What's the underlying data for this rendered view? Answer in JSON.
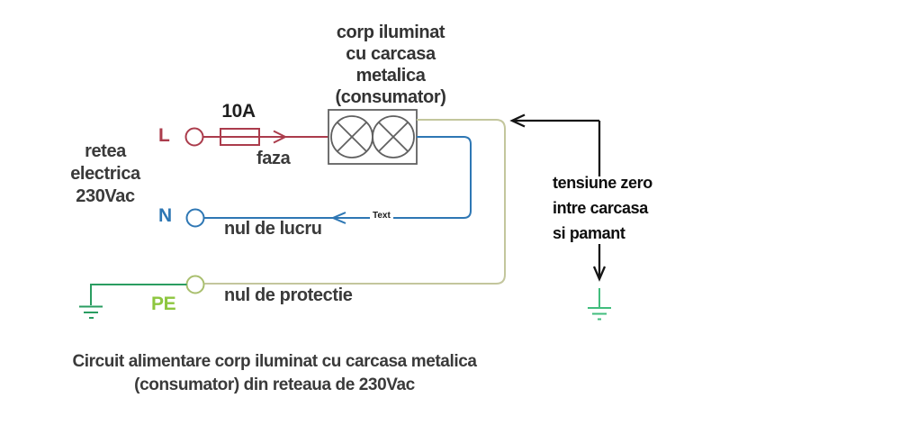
{
  "colors": {
    "phase": "#ab3c4c",
    "neutral": "#2e77b4",
    "pe_left": "#2a9d61",
    "pe_right": "#c3c69d",
    "pe_terminal": "#a9bf6e",
    "pe_label": "#8dc63f",
    "lamp": "#616161",
    "annotation": "#141414",
    "ground_right": "#42bd7d",
    "text_dark": "#3a3a3a"
  },
  "labels": {
    "consumer_title": "corp iluminat\ncu carcasa\nmetalica\n(consumator)",
    "supply": "retea\nelectrica\n230Vac",
    "fuse_rating": "10A",
    "terminal_l": "L",
    "terminal_n": "N",
    "terminal_pe": "PE",
    "wire_phase": "faza",
    "wire_neutral": "nul de lucru",
    "wire_pe": "nul de protectie",
    "wire_tag": "Text",
    "annotation": "tensiune zero\nintre carcasa\nsi pamant",
    "caption": "Circuit alimentare corp iluminat cu carcasa metalica\n(consumator) din reteaua de 230Vac"
  }
}
